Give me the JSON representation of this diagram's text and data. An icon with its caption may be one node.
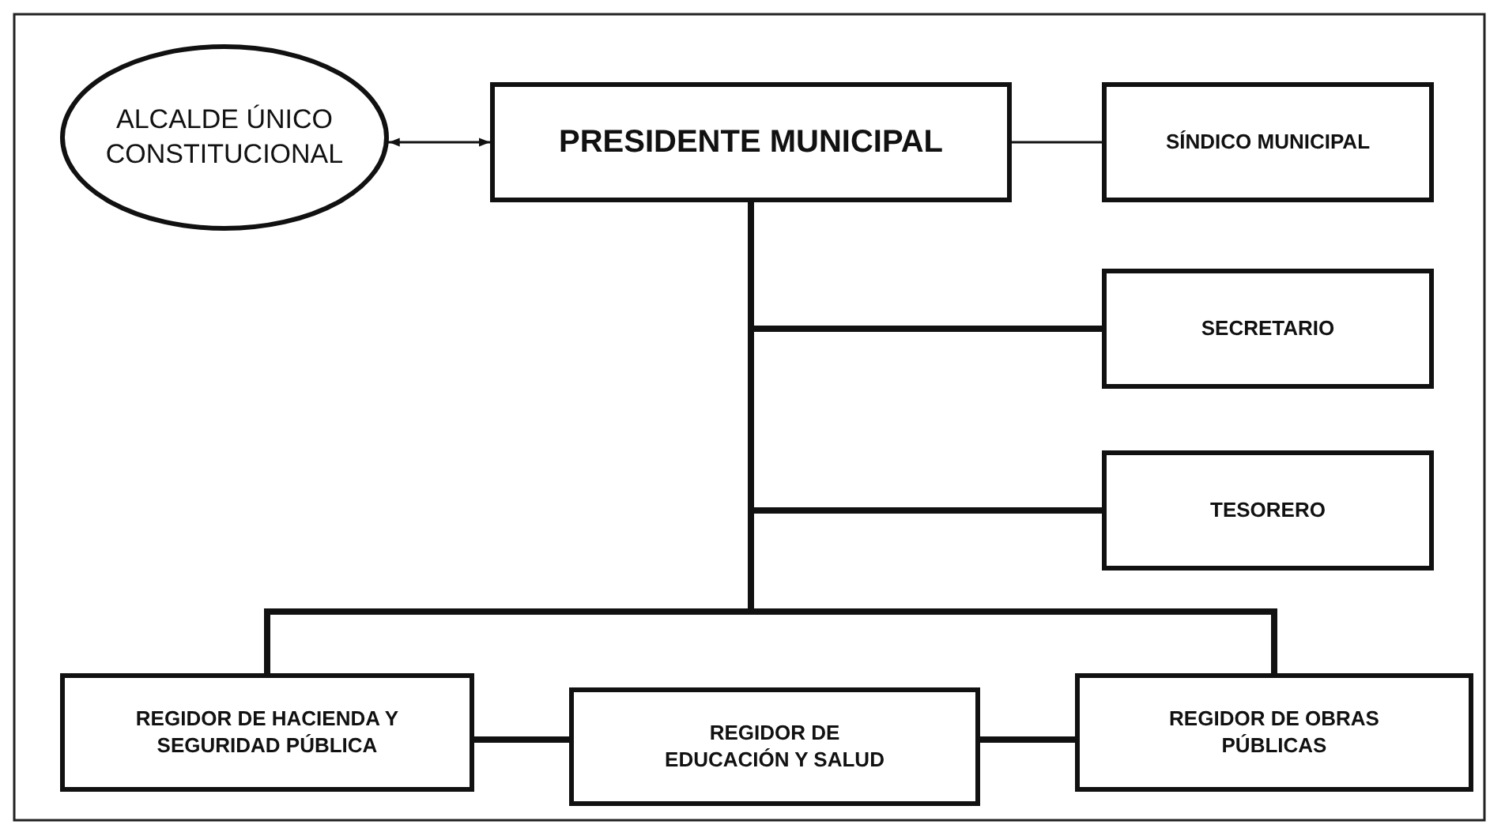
{
  "diagram": {
    "nodes": [
      {
        "text": [
          "ALCALDE ÚNICO CONSTITUCIONAL"
        ]
      },
      {
        "text": [
          "PRESIDENTE MUNICIPAL"
        ]
      },
      {
        "text": [
          "SÍNDICO MUNICIPAL"
        ]
      },
      {
        "text": [
          "SECRETARIO"
        ]
      },
      {
        "text": [
          "TESORERO"
        ]
      },
      {
        "text": [
          "REGIDOR DE HACIENDA Y SEGURIDAD PÚBLICA"
        ]
      },
      {
        "text": [
          "REGIDOR DE EDUCACIÓN Y SALUD"
        ]
      },
      {
        "text": [
          "REGIDOR DE OBRAS PÚBLICAS"
        ]
      }
    ],
    "edges": [
      {
        "from": 0,
        "to": 1,
        "arrow": "both"
      },
      {
        "from": 1,
        "to": 2,
        "arrow": "none"
      },
      {
        "from": 1,
        "to": 3,
        "arrow": "none"
      },
      {
        "from": 1,
        "to": 4,
        "arrow": "none"
      },
      {
        "from": 1,
        "to": 5,
        "arrow": "none"
      },
      {
        "from": 1,
        "to": 7,
        "arrow": "none"
      },
      {
        "from": 5,
        "to": 6,
        "arrow": "none"
      },
      {
        "from": 6,
        "to": 7,
        "arrow": "none"
      }
    ]
  }
}
